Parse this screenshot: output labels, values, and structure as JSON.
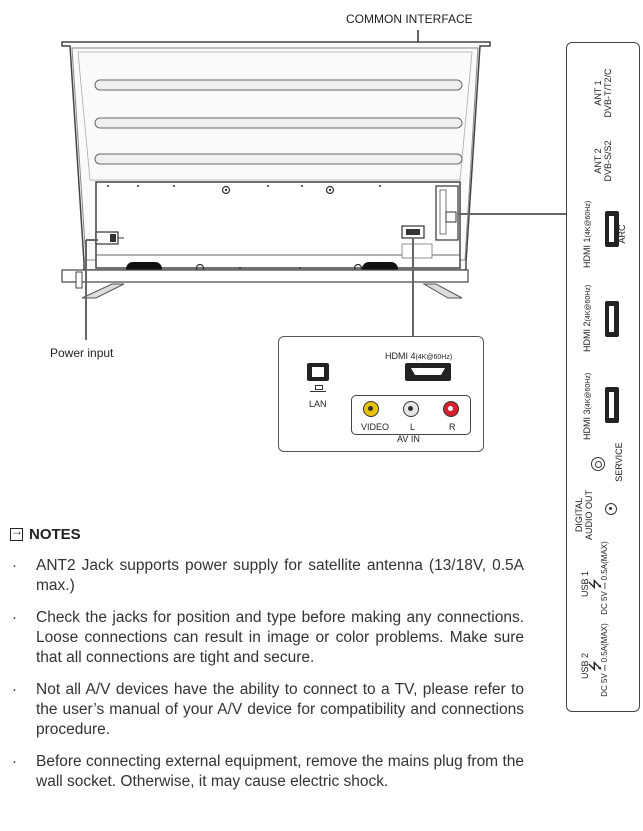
{
  "diagram": {
    "common_interface_label": "COMMON INTERFACE",
    "power_input_label": "Power input"
  },
  "inset": {
    "hdmi4_label": "HDMI 4",
    "hdmi4_spec": "(4K@60Hz)",
    "lan_label": "LAN",
    "video_label": "VIDEO",
    "l_label": "L",
    "r_label": "R",
    "av_in_label": "AV IN"
  },
  "side_panel": {
    "ant1_line1": "ANT 1",
    "ant1_line2": "DVB-T/T2/C",
    "ant2_line1": "ANT 2",
    "ant2_line2": "DVB-S/S2",
    "hdmi1_label": "HDMI 1",
    "hdmi1_spec": "(4K@60Hz)",
    "arc_label": "ARC",
    "hdmi2_label": "HDMI 2",
    "hdmi2_spec": "(4K@60Hz)",
    "hdmi3_label": "HDMI 3",
    "hdmi3_spec": "(4K@60Hz)",
    "service_label": "SERVICE",
    "digital_audio_line1": "DIGITAL",
    "digital_audio_line2": "AUDIO OUT",
    "usb1_label": "USB 1",
    "usb1_spec": "DC 5V ⎓ 0.5A(MAX)",
    "usb2_label": "USB 2",
    "usb2_spec": "DC 5V ⎓ 0.5A(MAX)"
  },
  "notes": {
    "heading": "NOTES",
    "items": [
      "ANT2 Jack supports power supply for satellite antenna (13/18V, 0.5A max.)",
      "Check the jacks for position and type before making any connections. Loose connections can result in image or color problems. Make sure that all connections are tight and secure.",
      "Not all A/V devices have the ability to connect to a TV, please refer to the user’s manual of your A/V device for compatibility and connections procedure.",
      "Before connecting external equipment, remove the mains plug from the wall socket. Otherwise, it may cause electric shock."
    ]
  },
  "colors": {
    "video_jack": "#e8c400",
    "audio_l_jack": "#e6e6e6",
    "audio_r_jack": "#d4212b",
    "line": "#666666"
  }
}
